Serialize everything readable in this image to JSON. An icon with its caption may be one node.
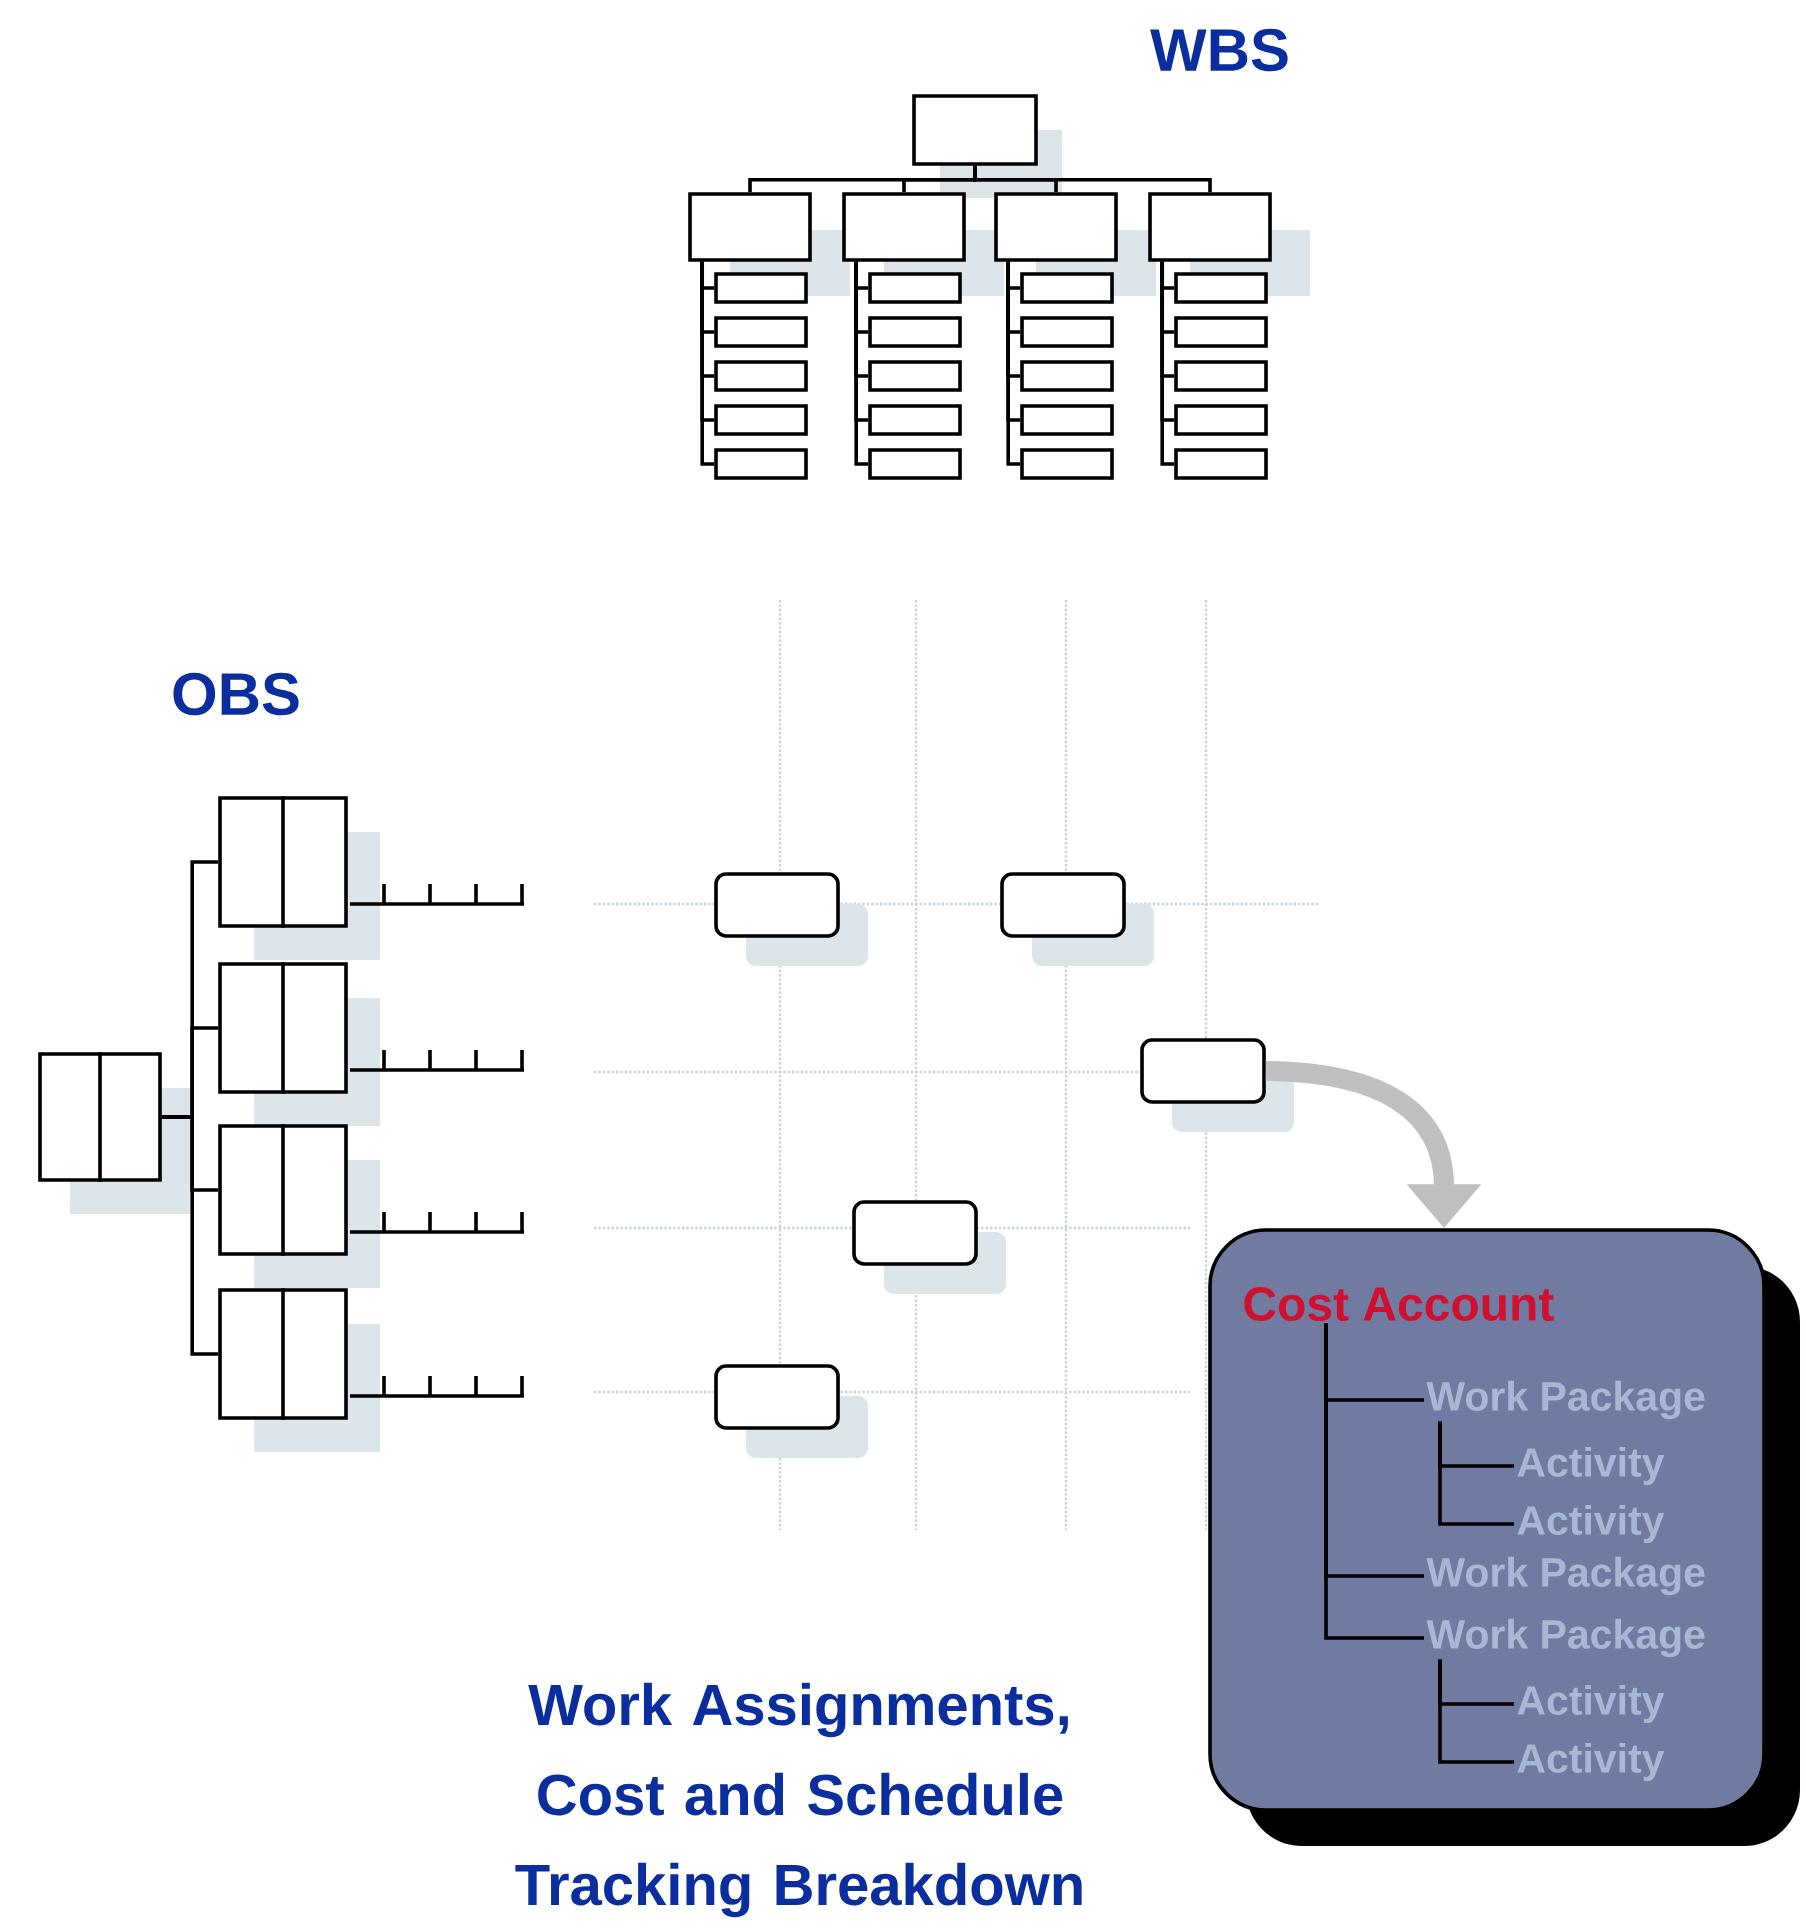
{
  "diagram": {
    "nodes": [
      {
        "text": [],
        "shape": "box"
      },
      {
        "text": [],
        "shape": "box"
      },
      {
        "text": [],
        "shape": "box"
      },
      {
        "text": [],
        "shape": "box"
      },
      {
        "text": [],
        "shape": "box"
      },
      {
        "text": [],
        "shape": "box"
      },
      {
        "text": [],
        "shape": "box"
      },
      {
        "text": [],
        "shape": "box"
      },
      {
        "text": [],
        "shape": "box"
      },
      {
        "text": [],
        "shape": "box"
      },
      {
        "text": [],
        "shape": "box"
      },
      {
        "text": [],
        "shape": "box"
      },
      {
        "text": [],
        "shape": "box"
      },
      {
        "text": [],
        "shape": "box"
      },
      {
        "text": [],
        "shape": "box"
      },
      {
        "text": [],
        "shape": "box"
      },
      {
        "text": [],
        "shape": "box"
      },
      {
        "text": [],
        "shape": "box"
      },
      {
        "text": [],
        "shape": "box"
      },
      {
        "text": [],
        "shape": "box"
      },
      {
        "text": [],
        "shape": "box"
      },
      {
        "text": [],
        "shape": "box"
      },
      {
        "text": [],
        "shape": "box"
      },
      {
        "text": [],
        "shape": "box"
      },
      {
        "text": [],
        "shape": "box"
      },
      {
        "text": [],
        "shape": "box"
      },
      {
        "text": [],
        "shape": "box"
      },
      {
        "text": [],
        "shape": "box"
      },
      {
        "text": [],
        "shape": "box"
      },
      {
        "text": [],
        "shape": "box"
      },
      {
        "text": [],
        "shape": "box"
      },
      {
        "text": [],
        "shape": "box"
      },
      {
        "text": [],
        "shape": "box"
      },
      {
        "text": [],
        "shape": "box"
      },
      {
        "text": [],
        "shape": "box"
      },
      {
        "text": [],
        "shape": "box"
      },
      {
        "text": [
          "Cost Account"
        ],
        "in": 35
      },
      {
        "text": [
          "Work Package"
        ],
        "in": 35
      },
      {
        "text": [
          "Activity"
        ],
        "in": 35
      },
      {
        "text": [
          "Activity"
        ],
        "in": 35
      },
      {
        "text": [
          "Work Package"
        ],
        "in": 35
      },
      {
        "text": [
          "Work Package"
        ],
        "in": 35
      },
      {
        "text": [
          "Activity"
        ],
        "in": 35
      },
      {
        "text": [
          "Activity"
        ],
        "in": 35
      }
    ],
    "edges": [
      {
        "from": 0,
        "to": 1,
        "arrow": "none"
      },
      {
        "from": 0,
        "to": 2,
        "arrow": "none"
      },
      {
        "from": 0,
        "to": 3,
        "arrow": "none"
      },
      {
        "from": 0,
        "to": 4,
        "arrow": "none"
      },
      {
        "from": 1,
        "to": 5,
        "arrow": "none"
      },
      {
        "from": 1,
        "to": 6,
        "arrow": "none"
      },
      {
        "from": 1,
        "to": 7,
        "arrow": "none"
      },
      {
        "from": 1,
        "to": 8,
        "arrow": "none"
      },
      {
        "from": 1,
        "to": 9,
        "arrow": "none"
      },
      {
        "from": 2,
        "to": 10,
        "arrow": "none"
      },
      {
        "from": 2,
        "to": 11,
        "arrow": "none"
      },
      {
        "from": 2,
        "to": 12,
        "arrow": "none"
      },
      {
        "from": 2,
        "to": 13,
        "arrow": "none"
      },
      {
        "from": 2,
        "to": 14,
        "arrow": "none"
      },
      {
        "from": 3,
        "to": 15,
        "arrow": "none"
      },
      {
        "from": 3,
        "to": 16,
        "arrow": "none"
      },
      {
        "from": 3,
        "to": 17,
        "arrow": "none"
      },
      {
        "from": 3,
        "to": 18,
        "arrow": "none"
      },
      {
        "from": 3,
        "to": 19,
        "arrow": "none"
      },
      {
        "from": 4,
        "to": 20,
        "arrow": "none"
      },
      {
        "from": 4,
        "to": 21,
        "arrow": "none"
      },
      {
        "from": 4,
        "to": 22,
        "arrow": "none"
      },
      {
        "from": 4,
        "to": 23,
        "arrow": "none"
      },
      {
        "from": 4,
        "to": 24,
        "arrow": "none"
      },
      {
        "from": 25,
        "to": 26,
        "arrow": "none"
      },
      {
        "from": 25,
        "to": 27,
        "arrow": "none"
      },
      {
        "from": 25,
        "to": 28,
        "arrow": "none"
      },
      {
        "from": 25,
        "to": 29,
        "arrow": "none"
      },
      {
        "from": 32,
        "to": 35,
        "arrow": "to",
        "style": "thick",
        "color": "#c0c0c0"
      },
      {
        "from": 36,
        "to": 37,
        "arrow": "none"
      },
      {
        "from": 36,
        "to": 40,
        "arrow": "none"
      },
      {
        "from": 36,
        "to": 41,
        "arrow": "none"
      },
      {
        "from": 37,
        "to": 38,
        "arrow": "none"
      },
      {
        "from": 37,
        "to": 39,
        "arrow": "none"
      },
      {
        "from": 41,
        "to": 42,
        "arrow": "none"
      },
      {
        "from": 41,
        "to": 43,
        "arrow": "none"
      }
    ],
    "labels": [
      "WBS",
      "OBS",
      "Work Assignments, Cost and Schedule Tracking Breakdown"
    ]
  }
}
